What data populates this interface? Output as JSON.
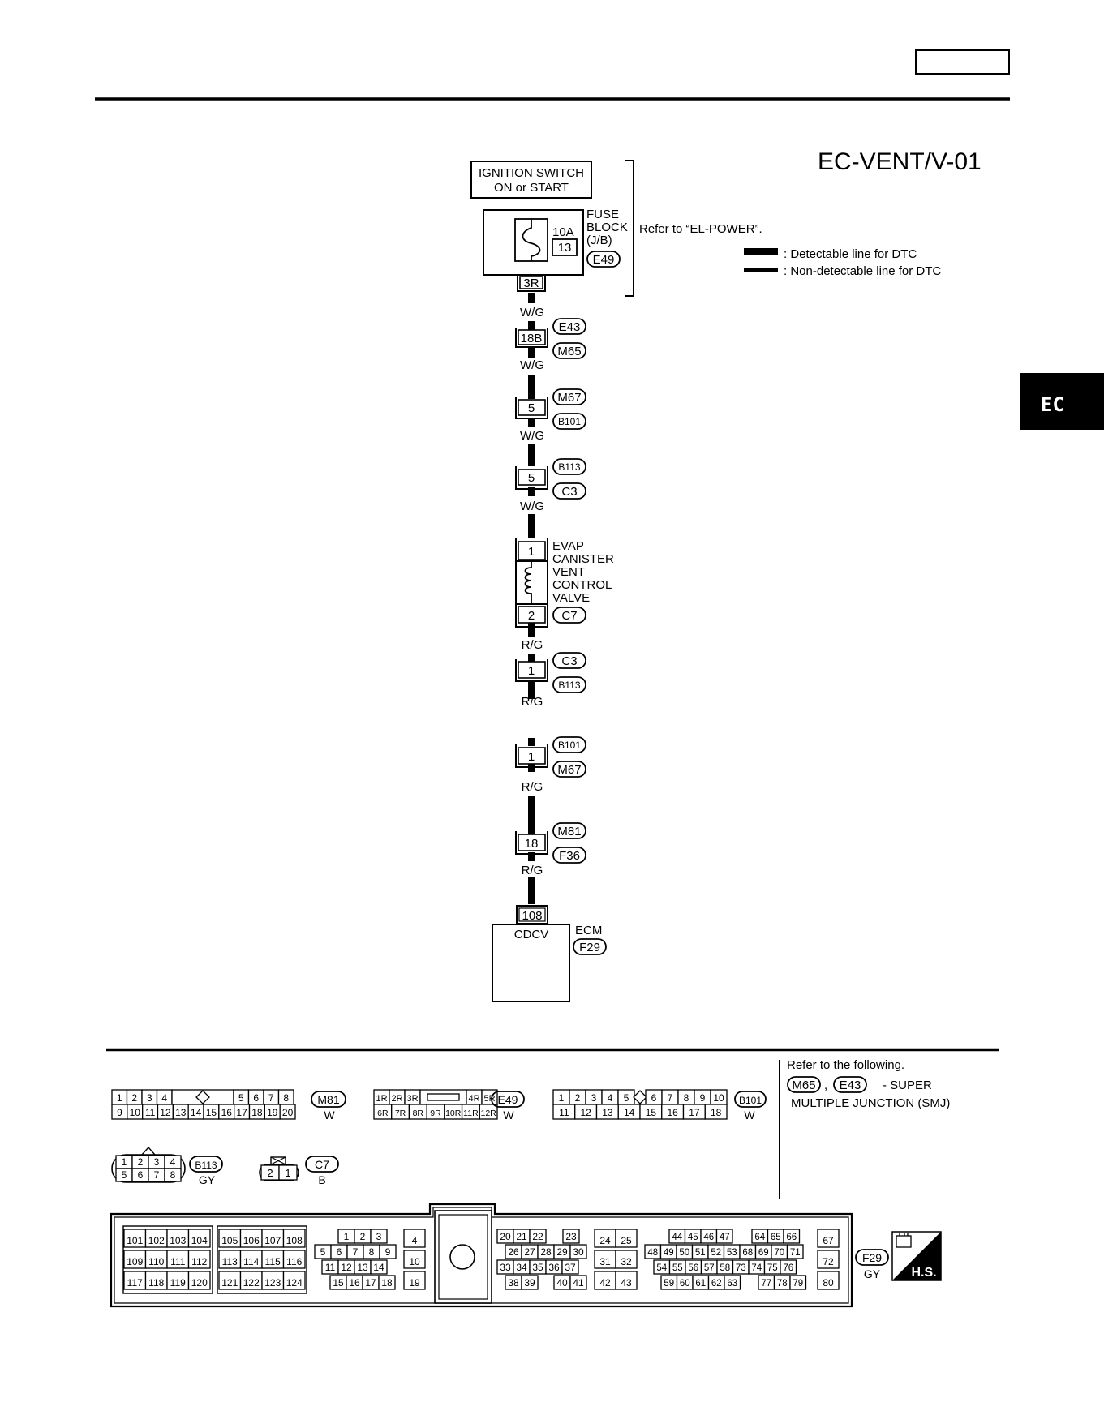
{
  "header": {
    "page_tab": "EC"
  },
  "diagram_title": "EC-VENT/V-01",
  "ignition_switch": {
    "line1": "IGNITION SWITCH",
    "line2": "ON or START"
  },
  "fuse_block": {
    "label_lines": [
      "FUSE",
      "BLOCK",
      "(J/B)"
    ],
    "rating": "10A",
    "fuse_no": "13",
    "connector": "E49",
    "terminal": "3R",
    "refer": "Refer to “EL-POWER”."
  },
  "legend": {
    "detectable": ": Detectable line for DTC",
    "non_detectable": ": Non-detectable line for DTC"
  },
  "circuit": {
    "junctions": [
      {
        "terminal": "18B",
        "connectors": [
          "E43",
          "M65"
        ],
        "wire_above": "W/G",
        "wire_below": "W/G"
      },
      {
        "terminal": "5",
        "connectors": [
          "M67",
          "B101"
        ],
        "wire_below": "W/G"
      },
      {
        "terminal": "5",
        "connectors": [
          "B113",
          "C3"
        ],
        "wire_below": "W/G"
      },
      {
        "terminal": "1",
        "connectors": [
          "C3",
          "B113"
        ],
        "wire_above": "R/G",
        "wire_below": "R/G"
      },
      {
        "terminal": "1",
        "connectors": [
          "B101",
          "M67"
        ],
        "wire_below": "R/G"
      },
      {
        "terminal": "18",
        "connectors": [
          "M81",
          "F36"
        ],
        "wire_below": "R/G"
      }
    ],
    "valve": {
      "name_lines": [
        "EVAP",
        "CANISTER",
        "VENT",
        "CONTROL",
        "VALVE"
      ],
      "pin_top": "1",
      "pin_bottom": "2",
      "connector": "C7"
    },
    "ecm": {
      "pin": "108",
      "signal": "CDCV",
      "label": "ECM",
      "connector": "F29"
    }
  },
  "refer_note": {
    "line1": "Refer to the following.",
    "conn1": "M65",
    "separator": ",",
    "conn2": "E43",
    "suffix": "- SUPER",
    "line3": "MULTIPLE JUNCTION (SMJ)"
  },
  "connector_faces": {
    "m81": {
      "id": "M81",
      "color": "W",
      "top_left": [
        "1",
        "2",
        "3",
        "4"
      ],
      "top_right": [
        "5",
        "6",
        "7",
        "8"
      ],
      "bottom": [
        "9",
        "10",
        "11",
        "12",
        "13",
        "14",
        "15",
        "16",
        "17",
        "18",
        "19",
        "20"
      ]
    },
    "e49": {
      "id": "E49",
      "color": "W",
      "top_left": [
        "1R",
        "2R",
        "3R"
      ],
      "top_right": [
        "4R",
        "5R"
      ],
      "bottom": [
        "6R",
        "7R",
        "8R",
        "9R",
        "10R",
        "11R",
        "12R"
      ]
    },
    "b101": {
      "id": "B101",
      "color": "W",
      "top_left": [
        "1",
        "2",
        "3",
        "4",
        "5"
      ],
      "top_right": [
        "6",
        "7",
        "8",
        "9",
        "10"
      ],
      "bottom": [
        "11",
        "12",
        "13",
        "14",
        "15",
        "16",
        "17",
        "18"
      ]
    },
    "b113": {
      "id": "B113",
      "color": "GY",
      "top": [
        "1",
        "2",
        "3",
        "4"
      ],
      "bottom": [
        "5",
        "6",
        "7",
        "8"
      ]
    },
    "c7": {
      "id": "C7",
      "color": "B",
      "pins": [
        "2",
        "1"
      ]
    },
    "f29": {
      "id": "F29",
      "color": "GY",
      "badge": "H.S.",
      "group_a": [
        [
          "101",
          "102",
          "103",
          "104"
        ],
        [
          "109",
          "110",
          "111",
          "112"
        ],
        [
          "117",
          "118",
          "119",
          "120"
        ]
      ],
      "group_b": [
        [
          "105",
          "106",
          "107",
          "108"
        ],
        [
          "113",
          "114",
          "115",
          "116"
        ],
        [
          "121",
          "122",
          "123",
          "124"
        ]
      ],
      "group_c1": [
        "1",
        "2",
        "3"
      ],
      "group_c2": [
        "5",
        "6",
        "7",
        "8",
        "9"
      ],
      "group_c3": [
        "11",
        "12",
        "13",
        "14"
      ],
      "group_c4": [
        "15",
        "16",
        "17",
        "18"
      ],
      "group_d": [
        "4",
        "10",
        "19"
      ],
      "group_e1": [
        "20",
        "21",
        "22"
      ],
      "group_e1b": [
        "23"
      ],
      "group_e2": [
        "26",
        "27",
        "28",
        "29",
        "30"
      ],
      "group_e3": [
        "33",
        "34",
        "35",
        "36",
        "37"
      ],
      "group_e4a": [
        "38",
        "39"
      ],
      "group_e4b": [
        "40",
        "41"
      ],
      "group_f": [
        [
          "24",
          "25"
        ],
        [
          "31",
          "32"
        ],
        [
          "42",
          "43"
        ]
      ],
      "group_g1a": [
        "44",
        "45",
        "46",
        "47"
      ],
      "group_g1b": [
        "64",
        "65",
        "66"
      ],
      "group_g2": [
        "48",
        "49",
        "50",
        "51",
        "52",
        "53",
        "68",
        "69",
        "70",
        "71"
      ],
      "group_g3": [
        "54",
        "55",
        "56",
        "57",
        "58",
        "73",
        "74",
        "75",
        "76"
      ],
      "group_g4a": [
        "59",
        "60",
        "61",
        "62",
        "63"
      ],
      "group_g4b": [
        "77",
        "78",
        "79"
      ],
      "group_h": [
        "67",
        "72",
        "80"
      ]
    }
  }
}
